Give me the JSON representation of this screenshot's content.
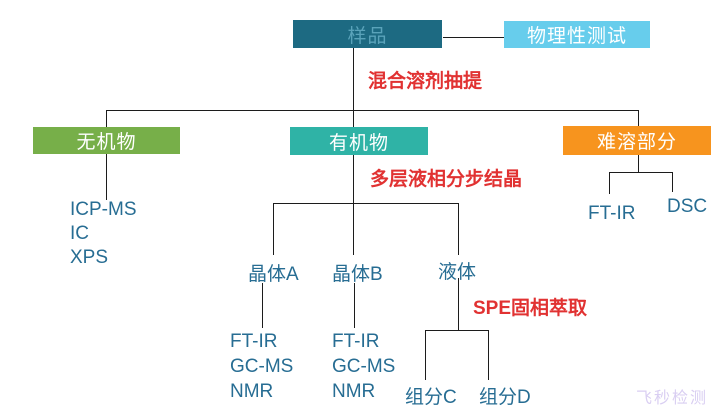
{
  "diagram": {
    "nodes": {
      "sample": {
        "label": "样品",
        "bg": "#1d6a82",
        "fg": "#5aa3ba"
      },
      "physical_test": {
        "label": "物理性测试",
        "bg": "#67cdec",
        "fg": "#ffffff"
      },
      "inorganic": {
        "label": "无机物",
        "bg": "#77af49",
        "fg": "#ffffff"
      },
      "organic": {
        "label": "有机物",
        "bg": "#2fb3a6",
        "fg": "#ffffff"
      },
      "insoluble": {
        "label": "难溶部分",
        "bg": "#f7941e",
        "fg": "#ffffff"
      }
    },
    "process_labels": {
      "extraction": "混合溶剂抽提",
      "crystallization": "多层液相分步结晶",
      "spe": "SPE固相萃取"
    },
    "leaves": {
      "crystal_a": "晶体A",
      "crystal_b": "晶体B",
      "liquid": "液体",
      "fraction_c": "组分C",
      "fraction_d": "组分D"
    },
    "method_lists": {
      "inorganic": [
        "ICP-MS",
        "IC",
        "XPS"
      ],
      "crystal_a": [
        "FT-IR",
        "GC-MS",
        "NMR"
      ],
      "crystal_b": [
        "FT-IR",
        "GC-MS",
        "NMR"
      ],
      "insoluble": [
        "FT-IR",
        "DSC"
      ]
    },
    "colors": {
      "line": "#1c1c1c",
      "process_text": "#e13232",
      "method_text": "#276d93",
      "watermark": "#d9cef2"
    },
    "watermark": "飞秒检测"
  }
}
